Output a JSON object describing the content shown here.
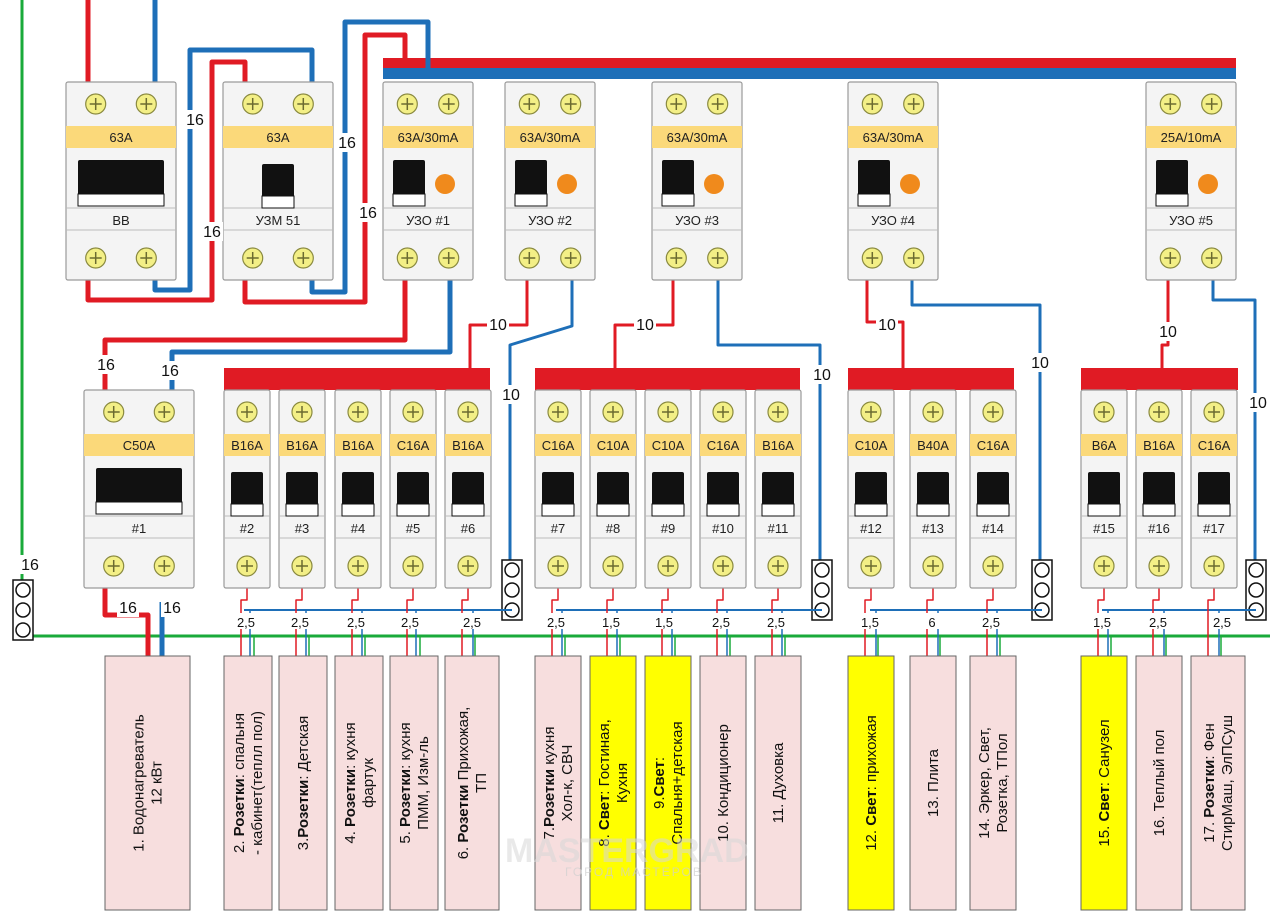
{
  "colors": {
    "phase": "#e01b24",
    "neutral": "#1e6fb8",
    "ground": "#1aaa3a",
    "label_band": "#fbd97a",
    "device_body": "#f4f4f4",
    "load_box": "#f7dede",
    "light_box": "#ffff00",
    "indicator": "#f08a1c"
  },
  "input_devices": [
    {
      "rating": "63A",
      "name": "ВВ"
    },
    {
      "rating": "63A",
      "name": "УЗМ 51"
    }
  ],
  "rcds": [
    {
      "rating": "63A/30mA",
      "name": "УЗО #1"
    },
    {
      "rating": "63A/30mA",
      "name": "УЗО #2"
    },
    {
      "rating": "63A/30mA",
      "name": "УЗО #3"
    },
    {
      "rating": "63A/30mA",
      "name": "УЗО #4"
    },
    {
      "rating": "25A/10mA",
      "name": "УЗО #5"
    }
  ],
  "breakers": [
    {
      "rating": "C50A",
      "name": "#1"
    },
    {
      "rating": "B16A",
      "name": "#2"
    },
    {
      "rating": "B16A",
      "name": "#3"
    },
    {
      "rating": "B16A",
      "name": "#4"
    },
    {
      "rating": "C16A",
      "name": "#5"
    },
    {
      "rating": "B16A",
      "name": "#6"
    },
    {
      "rating": "C16A",
      "name": "#7"
    },
    {
      "rating": "C10A",
      "name": "#8"
    },
    {
      "rating": "C10A",
      "name": "#9"
    },
    {
      "rating": "C16A",
      "name": "#10"
    },
    {
      "rating": "B16A",
      "name": "#11"
    },
    {
      "rating": "C10A",
      "name": "#12"
    },
    {
      "rating": "B40A",
      "name": "#13"
    },
    {
      "rating": "C16A",
      "name": "#14"
    },
    {
      "rating": "B6A",
      "name": "#15"
    },
    {
      "rating": "B16A",
      "name": "#16"
    },
    {
      "rating": "C16A",
      "name": "#17"
    }
  ],
  "wire_labels": {
    "w16": "16",
    "w10": "10"
  },
  "cross_sections": [
    "2,5",
    "2,5",
    "2,5",
    "2,5",
    "2,5",
    "2,5",
    "1,5",
    "1,5",
    "2,5",
    "2,5",
    "1,5",
    "6",
    "2,5",
    "1,5",
    "2,5",
    "2,5"
  ],
  "loads": [
    {
      "bold": "",
      "text": "1. Водонагреватель 12 кВт"
    },
    {
      "bold": "Розетки",
      "pre": "2. ",
      "text": ": спальня - кабинет(теплл пол)"
    },
    {
      "bold": "Розетки",
      "pre": "3.",
      "text": ": Детская"
    },
    {
      "bold": "Розетки",
      "pre": "4. ",
      "text": ": кухня фартук"
    },
    {
      "bold": "Розетки",
      "pre": "5. ",
      "text": ": кухня ПММ, Изм-ль"
    },
    {
      "bold": "Розетки",
      "pre": "6. ",
      "text": " Прихожая, ТП"
    },
    {
      "bold": "Розетки",
      "pre": "7.",
      "text": " кухня Хол-к, СВЧ"
    },
    {
      "bold": "Свет",
      "pre": "8. ",
      "text": ": Гостиная, Кухня"
    },
    {
      "bold": "Свет",
      "pre": "9.",
      "text": ": Спальня+детская"
    },
    {
      "bold": "",
      "pre": "",
      "text": "10. Кондиционер"
    },
    {
      "bold": "",
      "pre": "",
      "text": "11. Духовка"
    },
    {
      "bold": "Свет",
      "pre": "12. ",
      "text": ": прихожая"
    },
    {
      "bold": "",
      "pre": "",
      "text": "13. Плита"
    },
    {
      "bold": "",
      "pre": "",
      "text": "14. Эркер, Свет, Розетка, ТПол"
    },
    {
      "bold": "Свет",
      "pre": "15. ",
      "text": ": Санузел"
    },
    {
      "bold": "",
      "pre": "",
      "text": "16. Теплый пол"
    },
    {
      "bold": "Розетки",
      "pre": "17. ",
      "text": ": Фен СтирМаш, ЭлПСуш"
    }
  ],
  "watermark": {
    "main": "MASTERGRAD",
    "sub": "ГОРОД МАСТЕРОВ"
  }
}
